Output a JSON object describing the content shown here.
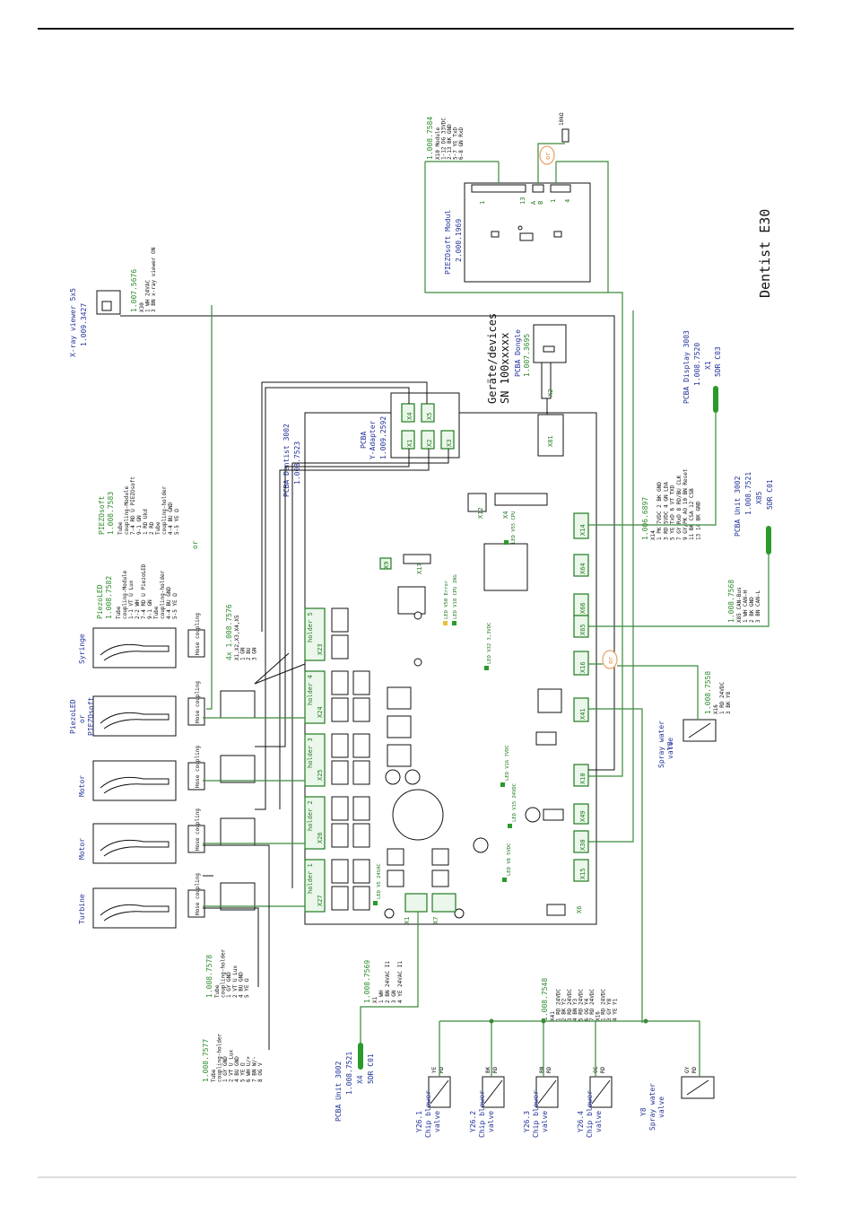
{
  "title": "Dentist E30",
  "devices_header": "Geräte/devices",
  "serial": "SN 100xxxxx",
  "labels": {
    "xray": "X-ray viewer 5x5",
    "xray_pn": "1.009.3427",
    "xray_cable_pn": "1.007.5676",
    "xray_cable_lines": [
      "X30",
      "1 WH 24VAC",
      "3 BN x-ray viewer ON"
    ],
    "piezo_mod": "PIEZOsoft Modul",
    "piezo_mod_pn": "2.000.1969",
    "piezo_cable_pn": "1.008.7584",
    "piezo_cable_lines": [
      "X10 Module",
      "1-12 DG 33VDC",
      "2-13 BK GND",
      "5-7 YE TxD",
      "6-8 GN RxD"
    ],
    "resistor": "10kΩ",
    "or": "or",
    "pcba_dentist": "PCBA Dentist 3002",
    "pcba_dentist_pn": "1.008.7523",
    "pcba_y": "PCBA",
    "pcba_y2": "Y-Adapter",
    "pcba_y_pn": "1.009.2592",
    "dongle": "PCBA Dongle",
    "dongle_pn": "1.007.3695",
    "display": "PCBA Display 3003",
    "display_pn": "1.008.7520",
    "display_x": "X1",
    "display_sdr": "5DR C03",
    "unit_top": "PCBA Unit 3002",
    "unit_top_pn": "1.008.7521",
    "unit_top_x": "X85",
    "unit_top_sdr": "5DR C01",
    "unit_bot": "PCBA Unit 3002",
    "unit_bot_pn": "1.008.7521",
    "unit_bot_x": "X4",
    "unit_bot_sdr": "5DR C01",
    "c6897": "1.006.6897",
    "c6897_lines": [
      "X14",
      "1 PK 7VDC   2 BK GND",
      "3 RD 5VDC   4 GN LDA",
      "5 YE TxD    6 VT TXD",
      "7 GY RxD    8 RD/BU CLK",
      "9 GY/PK AO  10 BN Reset",
      "11 BK CSA   12 CSB",
      "13          14 BK GND"
    ],
    "c7568": "1.008.7568",
    "c7568_lines": [
      "X85 CAN-Bus",
      "1 WH CAN-H",
      "2 BK GND",
      "3 BN CAN-L"
    ],
    "c7558": "1.008.7558",
    "c7558_lines": [
      "X16",
      "1 RD 24VDC",
      "3 BK Y8"
    ],
    "spray": "Y8",
    "spray2": "Spray water",
    "spray3": "valve",
    "c7569": "1.008.7569",
    "c7569_lines": [
      "X1",
      "1 WH",
      "2 BN 24VAC I1",
      "3 GN",
      "4 YE 24VAC I1"
    ],
    "c7548": "1.008.7548",
    "c7548_lines": [
      "X41",
      "1 RD 24VDC",
      "2 BK Y2",
      "3 RD 24VDC",
      "4 BN Y3",
      "5 RD 24VDC",
      "6 OG Y4",
      "7 RD 24VDC",
      "X16",
      "1 RD 24VDC",
      "3 GY Y8",
      "4 YE Y1"
    ],
    "c7576": "4x 1.008.7576",
    "c7576_lines": [
      "X1,X2,X3,X4,X5",
      "1 GN",
      "2 BU",
      "3 GN"
    ],
    "c7578": "1.008.7578",
    "c7578_lines": [
      "Tube",
      "coupling-holder",
      "1 GY GND",
      "2 VT U Lux",
      "4 BU GND",
      "5 YE Ω"
    ],
    "c7577": "1.008.7577",
    "c7577_lines": [
      "Tube",
      "coupling-holder",
      "1 GY GND",
      "2 VT U Lux",
      "4 BU GND",
      "5 YE Ω",
      "6 WH U/+",
      "7 BN W/-",
      "8 OG V"
    ],
    "pzled": "PiezoLED",
    "pzled_pn": "1.008.7582",
    "pzled_lines": [
      "Tube",
      "coupling-Module",
      "1-1 VT U Lux",
      "2-2 WH",
      "7-4 RD U PiezoLED",
      "9-1 GN",
      "Tube",
      "coupling-holder",
      "4-4 BU GND",
      "5-5 YE Ω"
    ],
    "pzsoft": "PIEZOsoft",
    "pzsoft_pn": "1.008.7583",
    "pzsoft_lines": [
      "Tube",
      "coupling-Module",
      "7-4 RD U PIEZOsoft",
      "9-1 GN",
      "1 RD Ukd",
      "2 RD",
      "Tube",
      "coupling-holder",
      "4-4 BU GND",
      "5-5 YE Ω"
    ],
    "coupling": "Hose coupling",
    "syringe": "Syringe",
    "piezo_inst": [
      "PiezoLED",
      "or",
      "PIEZOsoft"
    ],
    "motor": "Motor",
    "turbine": "Turbine"
  },
  "connectors": {
    "pcb": [
      "X23",
      "X24",
      "X25",
      "X26",
      "X27",
      "X14",
      "X64",
      "X66",
      "X65",
      "X16",
      "X41",
      "X10",
      "X49",
      "X30",
      "X15",
      "X12",
      "X4",
      "X17",
      "X9",
      "X6",
      "X1",
      "X7",
      "X81",
      "X2"
    ],
    "yadapter": [
      "X4",
      "X5",
      "X1",
      "X2",
      "X3"
    ],
    "piezo_pins": [
      "1",
      "13",
      "A",
      "B",
      "1",
      "4"
    ]
  },
  "holders": [
    "holder 5",
    "holder 4",
    "holder 3",
    "holder 2",
    "holder 1"
  ],
  "leds": [
    "LED V55 CPU",
    "LED V50 Error",
    "LED V18 CPU ING",
    "LED V32 3,3VDC",
    "LED V16 7VDC",
    "LED V15 24VDC",
    "LED V8 5VDC",
    "LED V5 24VAC"
  ],
  "valves": [
    {
      "id": "Y26.1",
      "name": "Chip blower",
      "name2": "valve",
      "c1": "YE",
      "c2": "RD"
    },
    {
      "id": "Y26.2",
      "name": "Chip blower",
      "name2": "valve",
      "c1": "BK",
      "c2": "RD"
    },
    {
      "id": "Y26.3",
      "name": "Chip blower",
      "name2": "valve",
      "c1": "BN",
      "c2": "RD"
    },
    {
      "id": "Y26.4",
      "name": "Chip blower",
      "name2": "valve",
      "c1": "OG",
      "c2": "RD"
    }
  ],
  "valve5": {
    "id": "Y8",
    "name": "Spray water",
    "name2": "valve",
    "c1": "GY",
    "c2": "RD"
  },
  "wire_colors": {
    "signal": "#3a8a3a",
    "pcb_green": "#1f7a1f",
    "label_blue": "#223399",
    "label_green": "#2a8a2a",
    "or_orange": "#e8a060"
  }
}
